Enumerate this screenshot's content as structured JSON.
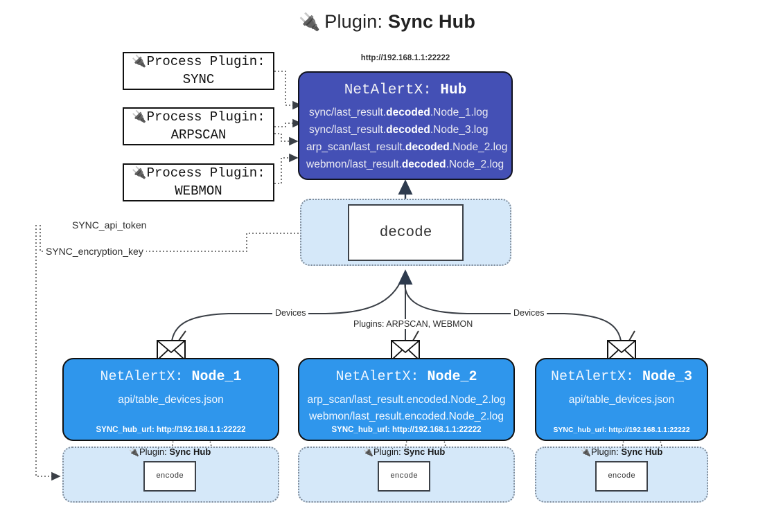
{
  "title": {
    "icon": "plug-icon",
    "glyph": "🔌",
    "prefix": "Plugin: ",
    "name": "Sync Hub"
  },
  "colors": {
    "hub_fill": "#4450b5",
    "node_fill": "#2f96ec",
    "container_fill": "#d5e8f9",
    "stroke": "#111111",
    "page_bg": "#ffffff"
  },
  "process_plugins": [
    {
      "line1_prefix": "Process Plugin:",
      "line2": "SYNC",
      "icon": "plug-icon",
      "glyph": "🔌"
    },
    {
      "line1_prefix": "Process Plugin:",
      "line2": "ARPSCAN",
      "icon": "plug-icon",
      "glyph": "🔌"
    },
    {
      "line1_prefix": "Process Plugin:",
      "line2": "WEBMON",
      "icon": "plug-icon",
      "glyph": "🔌"
    }
  ],
  "hub": {
    "url": "http://192.168.1.1:22222",
    "title_prefix": "NetAlertX: ",
    "title_name": "Hub",
    "logs": [
      {
        "pre": "sync/last_result.",
        "em": "decoded",
        "post": ".Node_1.log"
      },
      {
        "pre": "sync/last_result.",
        "em": "decoded",
        "post": ".Node_3.log"
      },
      {
        "pre": "arp_scan/last_result.",
        "em": "decoded",
        "post": ".Node_2.log"
      },
      {
        "pre": "webmon/last_result.",
        "em": "decoded",
        "post": ".Node_2.log"
      }
    ]
  },
  "decode": {
    "label": "decode"
  },
  "params": {
    "api_token": "SYNC_api_token",
    "encryption_key": "SYNC_encryption_key"
  },
  "edge_labels": {
    "devices_left": "Devices",
    "devices_right": "Devices",
    "plugins_center": "Plugins: ARPSCAN, WEBMON"
  },
  "nodes": [
    {
      "title_prefix": "NetAlertX: ",
      "title_name": "Node_1",
      "lines": [
        "api/table_devices.json"
      ],
      "footer": "SYNC_hub_url: http://192.168.1.1:22222",
      "envelope_icon": "envelope-icon",
      "plugin_label_prefix": "Plugin: ",
      "plugin_label_name": "Sync Hub",
      "encode_label": "encode"
    },
    {
      "title_prefix": "NetAlertX: ",
      "title_name": "Node_2",
      "lines": [
        "arp_scan/last_result.encoded.Node_2.log",
        "webmon/last_result.encoded.Node_2.log"
      ],
      "footer": "SYNC_hub_url: http://192.168.1.1:22222",
      "envelope_icon": "envelope-icon",
      "plugin_label_prefix": "Plugin: ",
      "plugin_label_name": "Sync Hub",
      "encode_label": "encode"
    },
    {
      "title_prefix": "NetAlertX: ",
      "title_name": "Node_3",
      "lines": [
        "api/table_devices.json"
      ],
      "footer": "SYNC_hub_url: http://192.168.1.1:22222",
      "envelope_icon": "envelope-icon",
      "plugin_label_prefix": "Plugin: ",
      "plugin_label_name": "Sync Hub",
      "encode_label": "encode"
    }
  ]
}
